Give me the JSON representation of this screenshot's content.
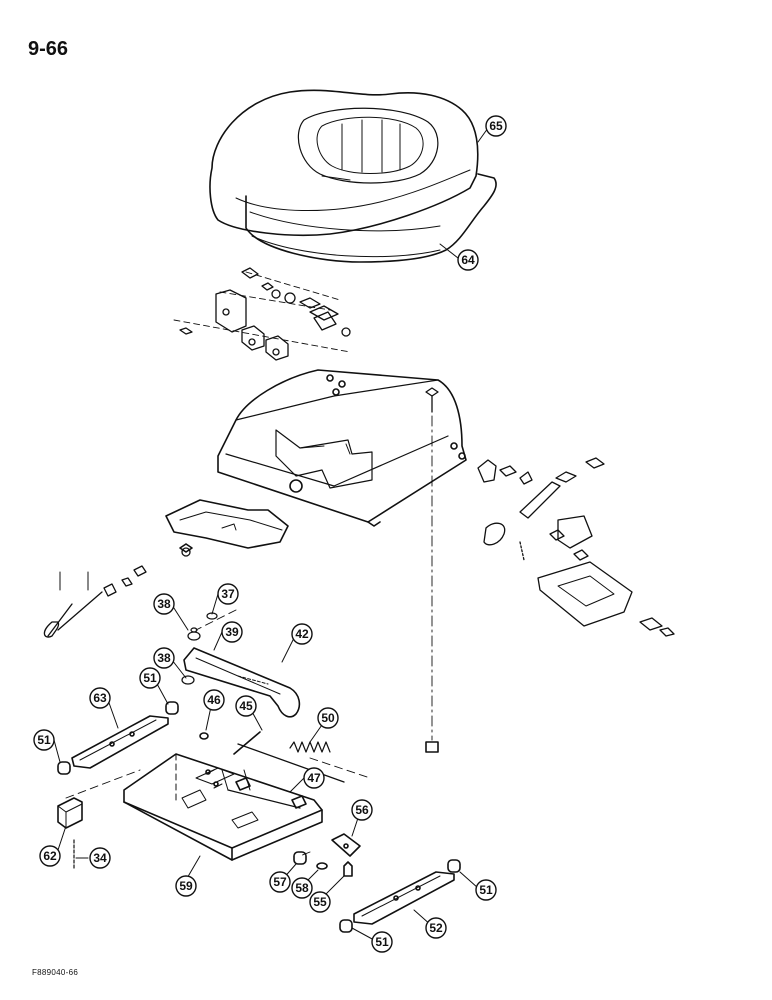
{
  "page_number": "9-66",
  "figure_code": "F889040-66",
  "callouts": [
    {
      "id": "c65",
      "label": "65"
    },
    {
      "id": "c64",
      "label": "64"
    },
    {
      "id": "c37",
      "label": "37"
    },
    {
      "id": "c38a",
      "label": "38"
    },
    {
      "id": "c39",
      "label": "39"
    },
    {
      "id": "c42",
      "label": "42"
    },
    {
      "id": "c38b",
      "label": "38"
    },
    {
      "id": "c51a",
      "label": "51"
    },
    {
      "id": "c63",
      "label": "63"
    },
    {
      "id": "c46",
      "label": "46"
    },
    {
      "id": "c45",
      "label": "45"
    },
    {
      "id": "c50",
      "label": "50"
    },
    {
      "id": "c51b",
      "label": "51"
    },
    {
      "id": "c47",
      "label": "47"
    },
    {
      "id": "c56",
      "label": "56"
    },
    {
      "id": "c62",
      "label": "62"
    },
    {
      "id": "c34",
      "label": "34"
    },
    {
      "id": "c59",
      "label": "59"
    },
    {
      "id": "c57",
      "label": "57"
    },
    {
      "id": "c58",
      "label": "58"
    },
    {
      "id": "c55",
      "label": "55"
    },
    {
      "id": "c51c",
      "label": "51"
    },
    {
      "id": "c52",
      "label": "52"
    },
    {
      "id": "c51d",
      "label": "51"
    }
  ]
}
